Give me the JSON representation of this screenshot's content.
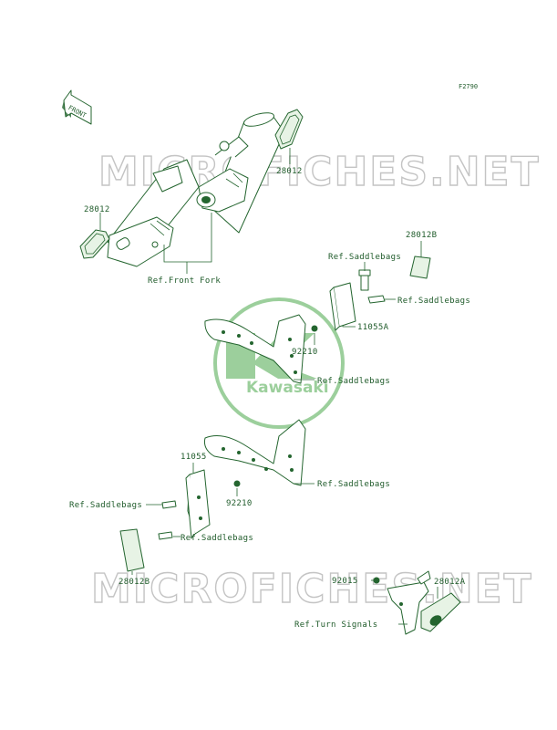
{
  "figure_id": "F2790",
  "front_arrow": "FRONT",
  "watermarks": {
    "top": "MICROFICHES.NET",
    "bottom": "MICROFICHES.NET",
    "logo_text": "Kawasaki"
  },
  "labels": {
    "seal_left": "28012",
    "seal_right": "28012",
    "front_fork": "Ref.Front Fork",
    "plate_upper_right": "28012B",
    "saddlebags_1": "Ref.Saddlebags",
    "saddlebags_2": "Ref.Saddlebags",
    "bracket_upper": "11055A",
    "washer_upper": "92210",
    "saddlebags_3": "Ref.Saddlebags",
    "bracket_lower": "11055",
    "saddlebags_4": "Ref.Saddlebags",
    "saddlebags_5": "Ref.Saddlebags",
    "washer_lower": "92210",
    "saddlebags_6": "Ref.Saddlebags",
    "plate_lower_left": "28012B",
    "nut_92015": "92015",
    "reflector_rear": "28012A",
    "turn_signals": "Ref.Turn Signals"
  },
  "colors": {
    "ink": "#24652f",
    "watermark": "#c9c9c9",
    "logo": "#7cc07c"
  }
}
